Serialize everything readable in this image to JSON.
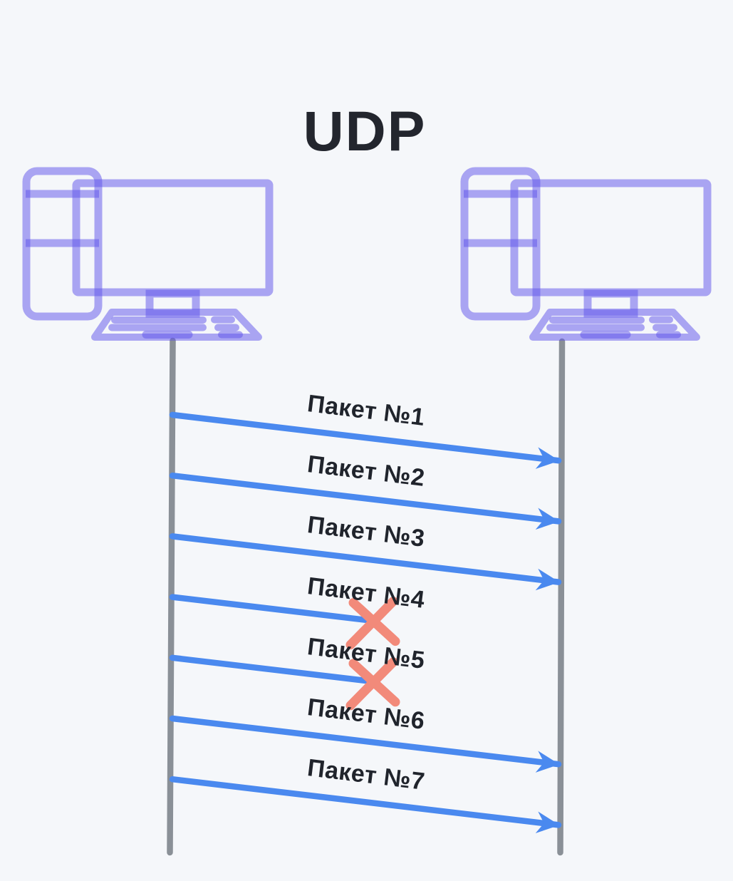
{
  "title": "UDP",
  "colors": {
    "background": "#f5f7fa",
    "packet_arrow": "#4a89ef",
    "lost_cross": "#f28a7a",
    "lifeline": "#8a9097",
    "computer_outline": "#5d51ea",
    "label_text": "#20242c",
    "title_text": "#23262e"
  },
  "sender": {
    "name": "sender-computer"
  },
  "receiver": {
    "name": "receiver-computer"
  },
  "packets": [
    {
      "label": "Пакет №1",
      "delivered": true
    },
    {
      "label": "Пакет №2",
      "delivered": true
    },
    {
      "label": "Пакет №3",
      "delivered": true
    },
    {
      "label": "Пакет №4",
      "delivered": false
    },
    {
      "label": "Пакет №5",
      "delivered": false
    },
    {
      "label": "Пакет №6",
      "delivered": true
    },
    {
      "label": "Пакет №7",
      "delivered": true
    }
  ]
}
